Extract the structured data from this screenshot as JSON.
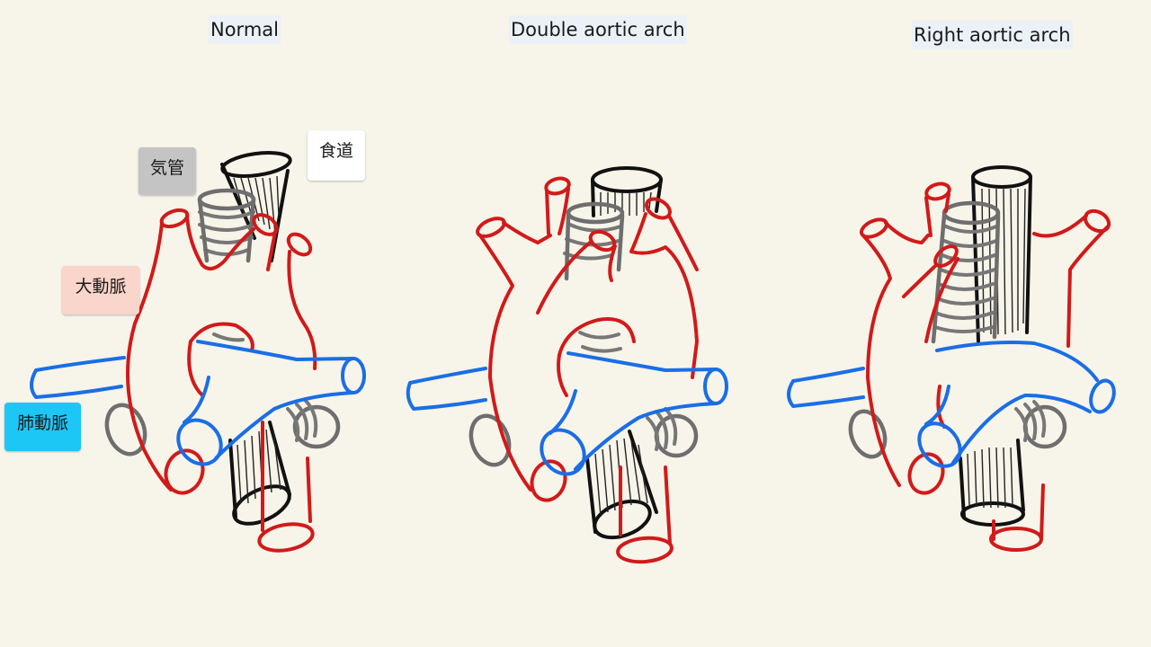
{
  "panels": {
    "normal": {
      "title": "Normal"
    },
    "double": {
      "title": "Double aortic arch"
    },
    "right": {
      "title": "Right aortic arch"
    }
  },
  "labels": {
    "trachea": {
      "text": "気管",
      "color": "#c4c4c4"
    },
    "esophagus": {
      "text": "食道",
      "color": "#ffffff"
    },
    "aorta": {
      "text": "大動脈",
      "color": "#f9d5cb"
    },
    "pulmonary_artery": {
      "text": "肺動脈",
      "color": "#1cc6f5"
    }
  },
  "colors": {
    "background": "#f7f4e9",
    "aorta": "#d11a1a",
    "pulmonary_artery": "#1a6ee6",
    "esophagus": "#111111",
    "trachea": "#6e6e6e"
  }
}
